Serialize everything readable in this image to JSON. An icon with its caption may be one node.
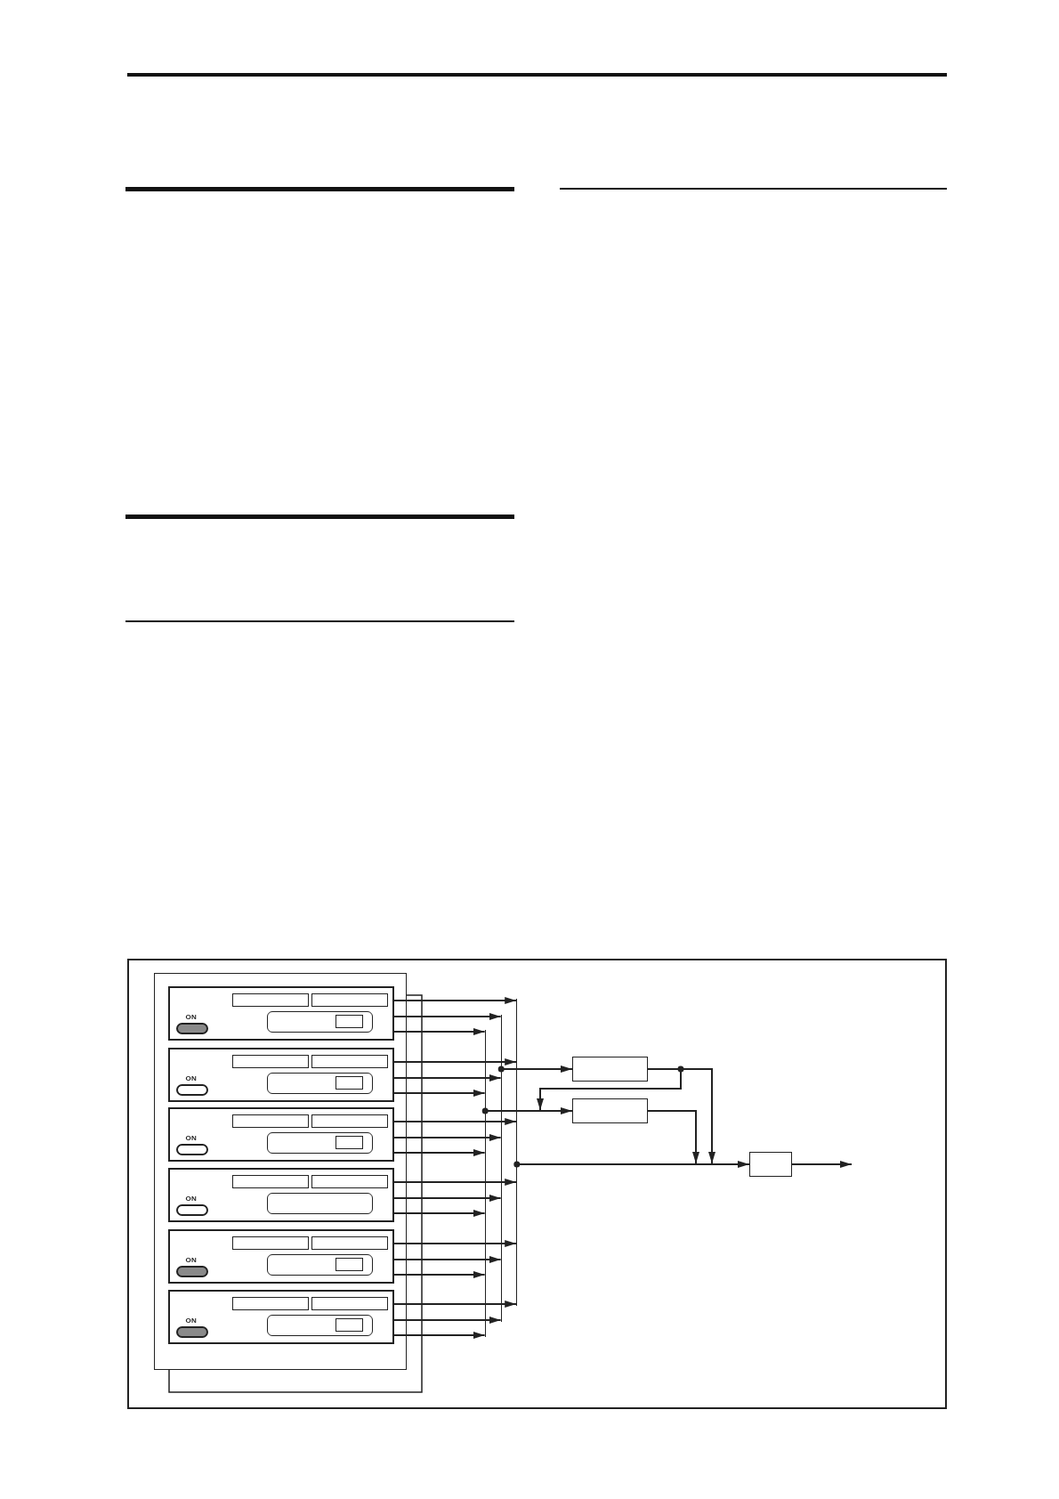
{
  "diagram": {
    "nodes": [
      {
        "text": [],
        "shape": "box"
      },
      {
        "text": [
          "ON"
        ],
        "in": 0
      },
      {
        "text": [
          "ON"
        ],
        "in": 0
      },
      {
        "text": [
          "ON"
        ],
        "in": 0
      },
      {
        "text": [
          "ON"
        ],
        "in": 0
      },
      {
        "text": [
          "ON"
        ],
        "in": 0
      },
      {
        "text": [
          "ON"
        ],
        "in": 0
      },
      {
        "text": [],
        "shape": "bar"
      },
      {
        "text": [],
        "shape": "bar"
      },
      {
        "text": [],
        "shape": "bar"
      },
      {
        "text": [],
        "shape": "box"
      },
      {
        "text": [],
        "shape": "box"
      },
      {
        "text": [],
        "shape": "box"
      }
    ],
    "edges": [
      {
        "from": 1,
        "to": 9,
        "arrow": "to"
      },
      {
        "from": 1,
        "to": 8,
        "arrow": "to"
      },
      {
        "from": 1,
        "to": 7,
        "arrow": "to"
      },
      {
        "from": 2,
        "to": 9,
        "arrow": "to"
      },
      {
        "from": 2,
        "to": 8,
        "arrow": "to"
      },
      {
        "from": 2,
        "to": 7,
        "arrow": "to"
      },
      {
        "from": 3,
        "to": 9,
        "arrow": "to"
      },
      {
        "from": 3,
        "to": 8,
        "arrow": "to"
      },
      {
        "from": 3,
        "to": 7,
        "arrow": "to"
      },
      {
        "from": 4,
        "to": 9,
        "arrow": "to"
      },
      {
        "from": 4,
        "to": 8,
        "arrow": "to"
      },
      {
        "from": 4,
        "to": 7,
        "arrow": "to"
      },
      {
        "from": 5,
        "to": 9,
        "arrow": "to"
      },
      {
        "from": 5,
        "to": 8,
        "arrow": "to"
      },
      {
        "from": 5,
        "to": 7,
        "arrow": "to"
      },
      {
        "from": 6,
        "to": 9,
        "arrow": "to"
      },
      {
        "from": 6,
        "to": 8,
        "arrow": "to"
      },
      {
        "from": 6,
        "to": 7,
        "arrow": "to"
      },
      {
        "from": 8,
        "to": 10,
        "arrow": "to"
      },
      {
        "from": 7,
        "to": 11,
        "arrow": "to"
      },
      {
        "from": 9,
        "to": 12,
        "arrow": "to"
      },
      {
        "from": 10,
        "to": 12,
        "arrow": "to"
      },
      {
        "from": 10,
        "to": 11,
        "arrow": "to"
      },
      {
        "from": 11,
        "to": 12,
        "arrow": "to"
      },
      {
        "from": 12,
        "to": null,
        "arrow": "to"
      }
    ]
  }
}
